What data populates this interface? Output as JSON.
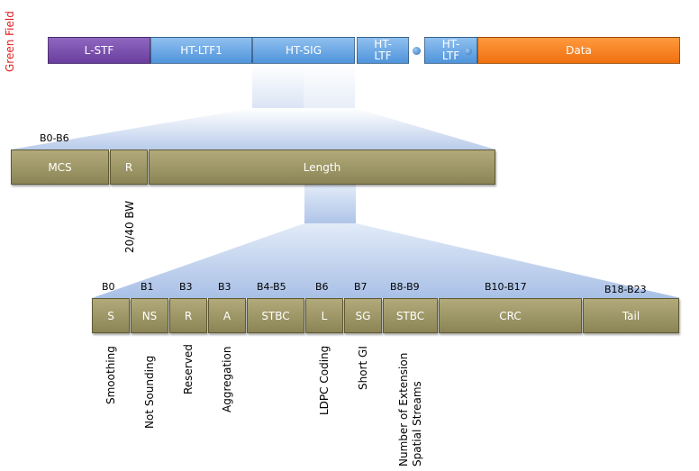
{
  "side_label": "Green Field",
  "frame": {
    "lstf": "L-STF",
    "htltf1": "HT-LTF1",
    "htsig": "HT-SIG",
    "htltf_a": "HT-\nLTF",
    "htltf_b": "HT-\nLTF",
    "data": "Data"
  },
  "sig1": {
    "bit_label": "B0-B6",
    "fields": {
      "mcs": "MCS",
      "r": "R",
      "length": "Length"
    },
    "vlabel": "20/40 BW"
  },
  "sig2": {
    "bits": [
      "B0",
      "B1",
      "B3",
      "B3",
      "B4-B5",
      "B6",
      "B7",
      "B8-B9",
      "B10-B17",
      "B18-B23"
    ],
    "fields": [
      "S",
      "NS",
      "R",
      "A",
      "STBC",
      "L",
      "SG",
      "STBC",
      "CRC",
      "Tail"
    ],
    "vlabels": [
      "Smoothing",
      "Not Sounding",
      "Reserved",
      "Aggregation",
      "LDPC Coding",
      "Short GI",
      "Number of Extension\nSpatial Streams"
    ]
  },
  "colors": {
    "lstf": "#7a4fb0",
    "ltf": "#5fa3e6",
    "data": "#ff8320",
    "field": "#a39b69",
    "callout": "#b7cbe8",
    "side_label": "#e02020"
  }
}
